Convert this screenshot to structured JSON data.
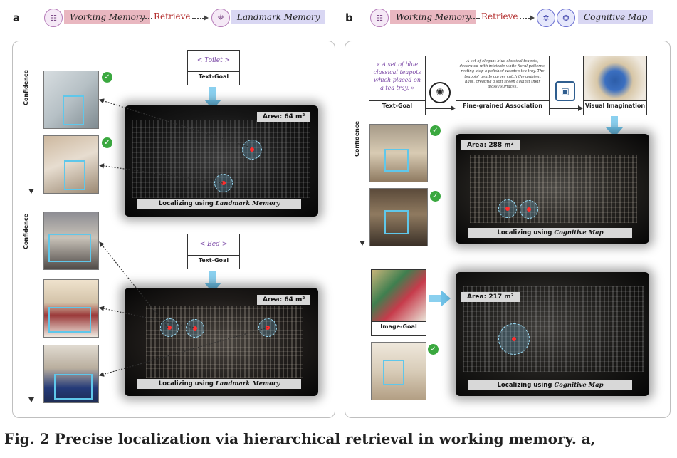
{
  "panel_a": {
    "letter": "a",
    "header": {
      "working_memory": "Working Memory",
      "retrieve": "Retrieve",
      "target": "Landmark Memory"
    },
    "confidence_label": "Confidence",
    "goal1": {
      "text": "< Toilet >",
      "label": "Text-Goal"
    },
    "goal2": {
      "text": "< Bed >",
      "label": "Text-Goal"
    },
    "area1": "Area: 64 m²",
    "area2": "Area: 64 m²",
    "loc1": {
      "prefix": "Localizing using ",
      "em": "Landmark Memory"
    },
    "loc2": {
      "prefix": "Localizing using ",
      "em": "Landmark Memory"
    }
  },
  "panel_b": {
    "letter": "b",
    "header": {
      "working_memory": "Working Memory",
      "retrieve": "Retrieve",
      "target": "Cognitive Map"
    },
    "confidence_label": "Confidence",
    "goal_text": "« A set of blue classical teapots which placed on a tea tray. »",
    "goal_label": "Text-Goal",
    "association_text": "A set of elegant blue classical teapots, decorated with intricate white floral patterns, resting atop a polished wooden tea tray. The teapots' gentle curves catch the ambient light, creating a soft sheen against their glossy surfaces.",
    "association_label": "Fine-grained Association",
    "imagination_label": "Visual Imagination",
    "area1": "Area: 288 m²",
    "area2": "Area: 217 m²",
    "image_goal_label": "Image-Goal",
    "loc1": {
      "prefix": "Localizing using ",
      "em": "Cognitive Map"
    },
    "loc2": {
      "prefix": "Localizing using ",
      "em": "Cognitive Map"
    }
  },
  "caption": "Fig. 2   Precise localization via hierarchical retrieval in working memory. a,"
}
